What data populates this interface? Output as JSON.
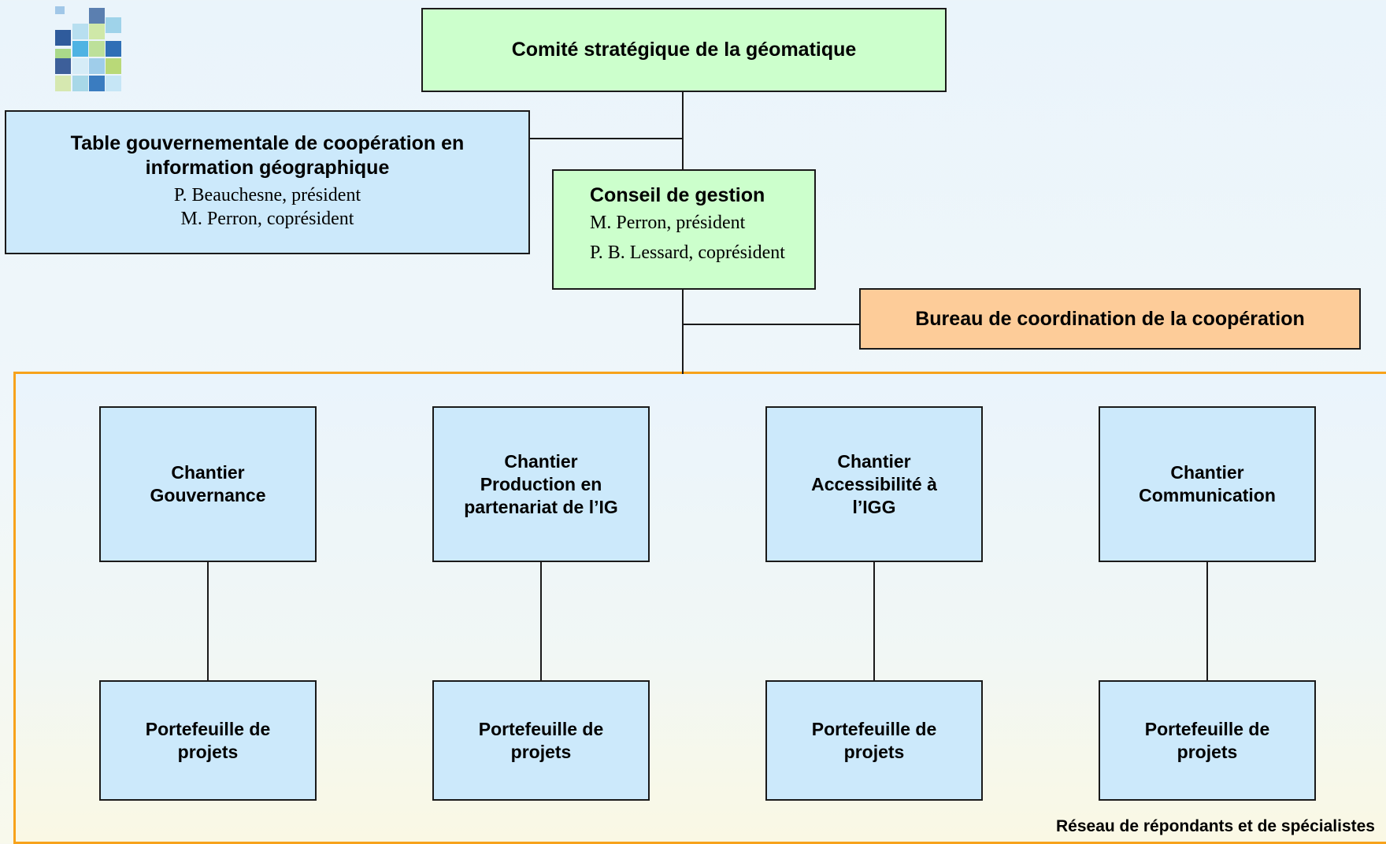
{
  "committee": {
    "title": "Comité stratégique de la géomatique"
  },
  "table": {
    "title_line1": "Table gouvernementale de coopération en",
    "title_line2": "information géographique",
    "member1": "P. Beauchesne, président",
    "member2": "M. Perron, coprésident"
  },
  "conseil": {
    "title": "Conseil de gestion",
    "member1": "M. Perron, président",
    "member2": "P. B. Lessard, coprésident"
  },
  "bureau": {
    "title": "Bureau de coordination de la coopération"
  },
  "chantiers": [
    {
      "line1": "Chantier",
      "line2": "Gouvernance",
      "line3": ""
    },
    {
      "line1": "Chantier",
      "line2": "Production en",
      "line3": "partenariat de l’IG"
    },
    {
      "line1": "Chantier",
      "line2": "Accessibilité à",
      "line3": "l’IGG"
    },
    {
      "line1": "Chantier",
      "line2": "Communication",
      "line3": ""
    }
  ],
  "portfolios": [
    {
      "line1": "Portefeuille de",
      "line2": "projets"
    },
    {
      "line1": "Portefeuille de",
      "line2": "projets"
    },
    {
      "line1": "Portefeuille de",
      "line2": "projets"
    },
    {
      "line1": "Portefeuille de",
      "line2": "projets"
    }
  ],
  "network": {
    "label": "Réseau de répondants et de spécialistes"
  },
  "colors": {
    "governance_box": "#ccffcc",
    "chantier_box": "#cce9fb",
    "bureau_box": "#fdcc99",
    "frame_border": "#f7a21b"
  },
  "icons": {
    "logo": "mosaic-squares-logo"
  }
}
